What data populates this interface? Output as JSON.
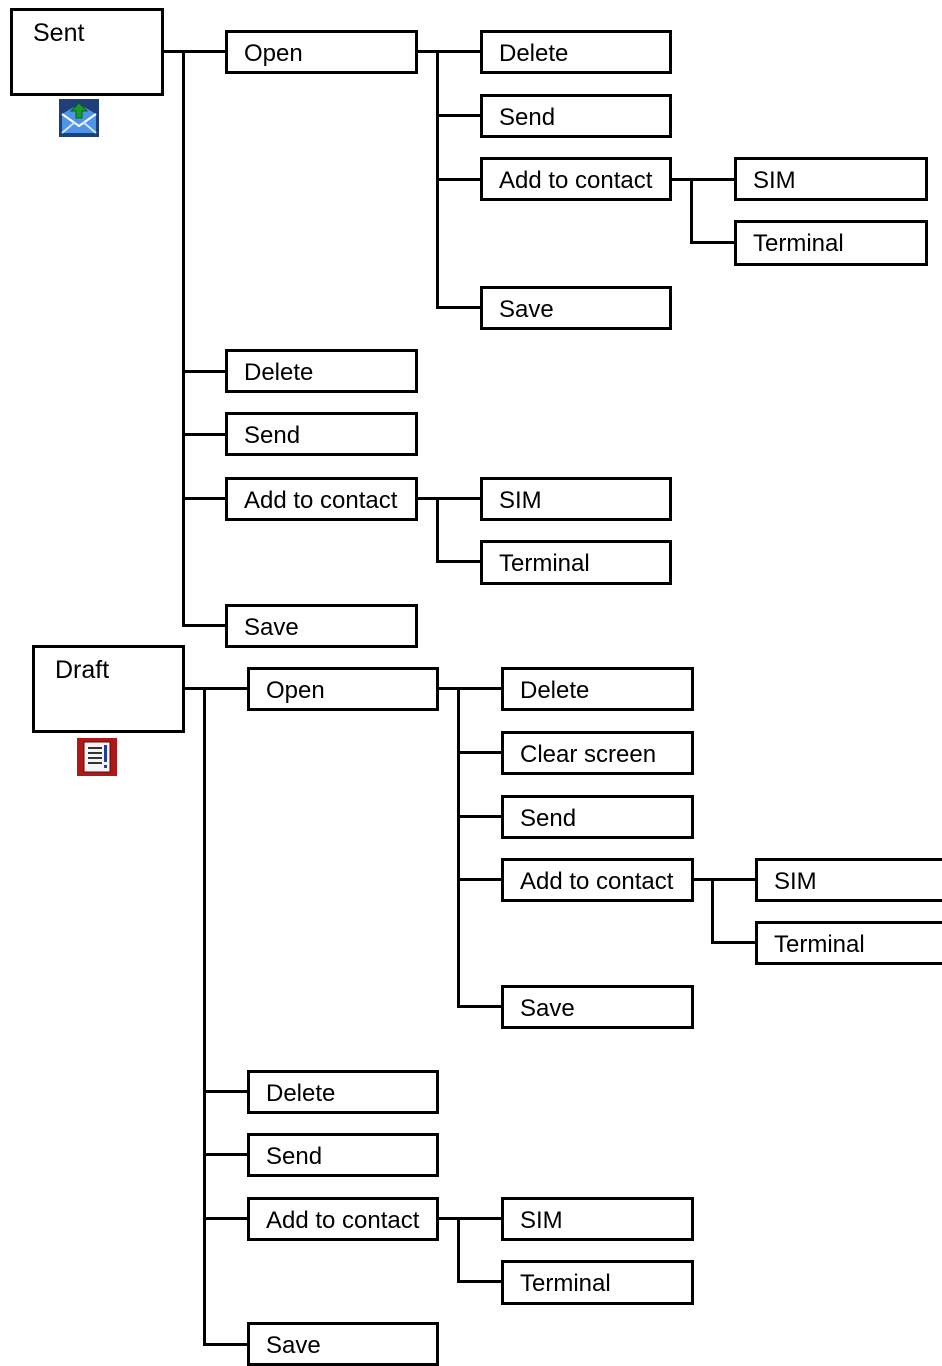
{
  "sent": {
    "title": "Sent",
    "icon": "sent-envelope-icon",
    "open": {
      "label": "Open",
      "delete": "Delete",
      "send": "Send",
      "add_to_contact": "Add to contact",
      "sim": "SIM",
      "terminal": "Terminal",
      "save": "Save"
    },
    "delete": "Delete",
    "send": "Send",
    "add_to_contact": "Add to contact",
    "sim": "SIM",
    "terminal": "Terminal",
    "save": "Save"
  },
  "draft": {
    "title": "Draft",
    "icon": "draft-document-icon",
    "open": {
      "label": "Open",
      "delete": "Delete",
      "clear_screen": "Clear screen",
      "send": "Send",
      "add_to_contact": "Add to contact",
      "sim": "SIM",
      "terminal": "Terminal",
      "save": "Save"
    },
    "delete": "Delete",
    "send": "Send",
    "add_to_contact": "Add to contact",
    "sim": "SIM",
    "terminal": "Terminal",
    "save": "Save"
  },
  "colors": {
    "stroke": "#000000",
    "background": "#ffffff",
    "sent_icon_blue": "#1e6fd6",
    "sent_icon_green": "#1a9a2a",
    "draft_icon_red": "#b01818"
  }
}
